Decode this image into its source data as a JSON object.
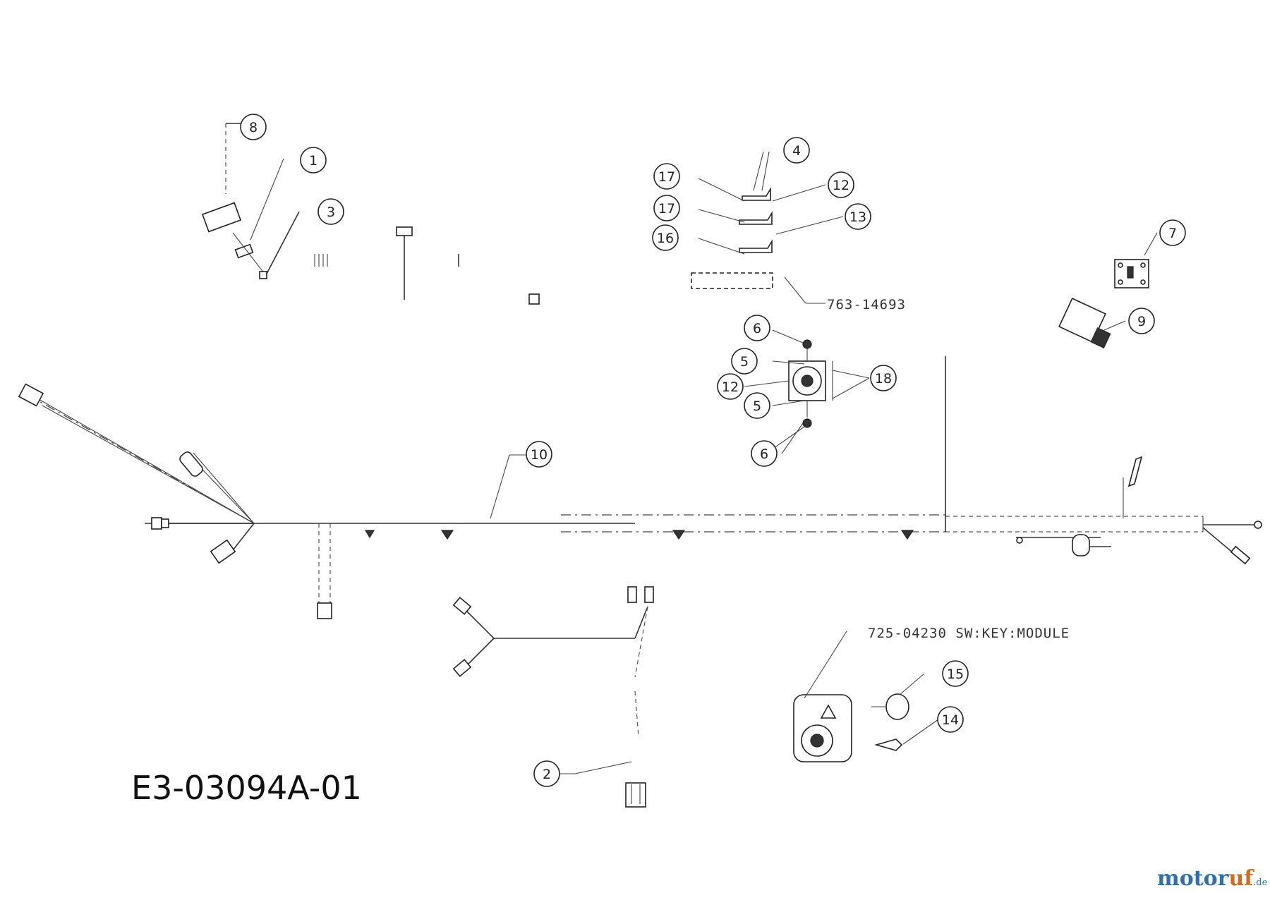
{
  "diagram_id": "E3-03094A-01",
  "part_numbers": {
    "bracket": "763-14693",
    "key_module": "725-04230 SW:KEY:MODULE"
  },
  "callouts": [
    {
      "id": "c8a",
      "label": "8"
    },
    {
      "id": "c1",
      "label": "1"
    },
    {
      "id": "c3",
      "label": "3"
    },
    {
      "id": "c4",
      "label": "4"
    },
    {
      "id": "c17a",
      "label": "17"
    },
    {
      "id": "c12a",
      "label": "12"
    },
    {
      "id": "c17b",
      "label": "17"
    },
    {
      "id": "c13",
      "label": "13"
    },
    {
      "id": "c16",
      "label": "16"
    },
    {
      "id": "c7",
      "label": "7"
    },
    {
      "id": "c9",
      "label": "9"
    },
    {
      "id": "c6a",
      "label": "6"
    },
    {
      "id": "c5a",
      "label": "5"
    },
    {
      "id": "c12b",
      "label": "12"
    },
    {
      "id": "c18",
      "label": "18"
    },
    {
      "id": "c5b",
      "label": "5"
    },
    {
      "id": "c6b",
      "label": "6"
    },
    {
      "id": "c10",
      "label": "10"
    },
    {
      "id": "c15",
      "label": "15"
    },
    {
      "id": "c14",
      "label": "14"
    },
    {
      "id": "c2",
      "label": "2"
    }
  ],
  "watermark": {
    "part_a": "motor",
    "part_b": "uf",
    "part_c": ".de"
  }
}
